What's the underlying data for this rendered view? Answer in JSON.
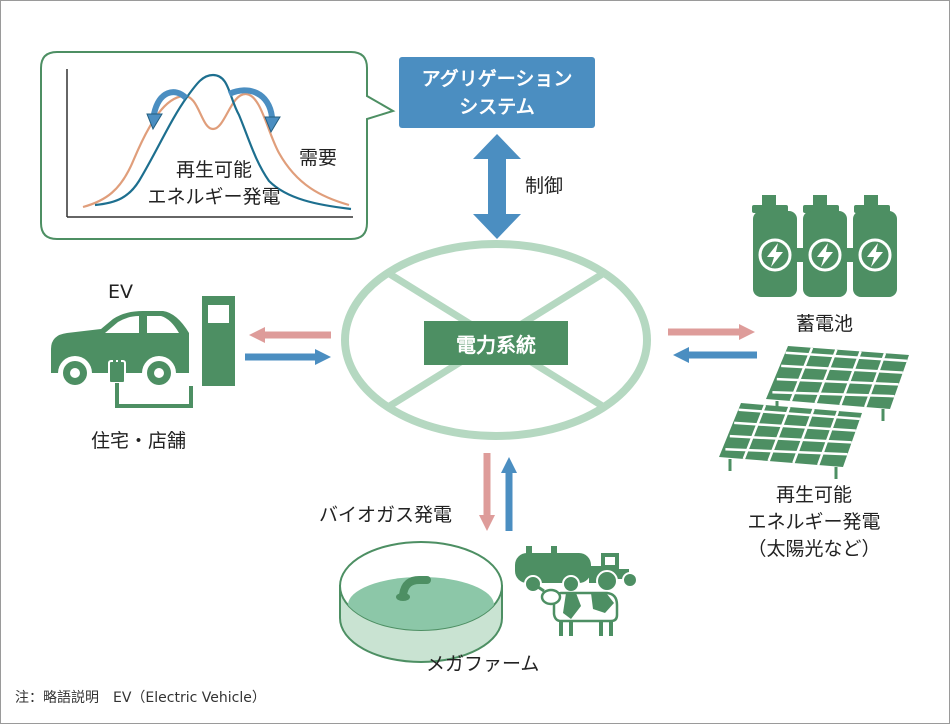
{
  "aggregation": {
    "line1": "アグリゲーション",
    "line2": "システム"
  },
  "control_label": "制御",
  "grid_label": "電力系統",
  "inset": {
    "demand_label": "需要",
    "renewable_line1": "再生可能",
    "renewable_line2": "エネルギー発電"
  },
  "ev": {
    "label": "EV",
    "place": "住宅・店舗"
  },
  "battery_label": "蓄電池",
  "solar": {
    "line1": "再生可能",
    "line2": "エネルギー発電",
    "line3": "（太陽光など）"
  },
  "biogas": {
    "label": "バイオガス発電",
    "farm": "メガファーム"
  },
  "footnote": "注：略語説明　EV（Electric Vehicle）",
  "colors": {
    "green": "#4d8f63",
    "light_green": "#b5d8c1",
    "blue": "#4b8ec1",
    "pink": "#de9c9a",
    "orange_curve": "#e09e7b",
    "teal_curve": "#1d6f8f"
  }
}
